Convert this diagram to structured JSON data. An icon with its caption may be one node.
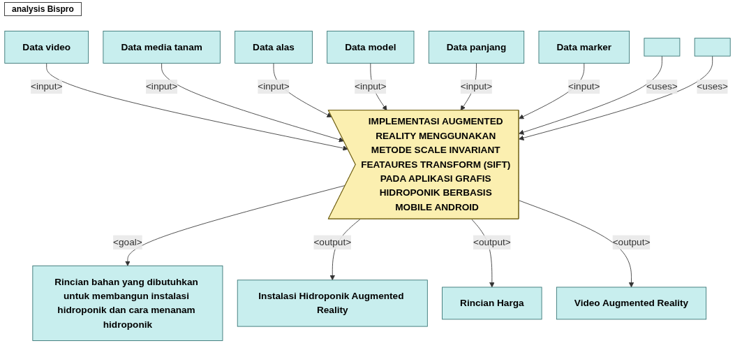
{
  "diagram": {
    "title": "analysis Bispro",
    "nodes": [
      {
        "text": [
          "Data video"
        ]
      },
      {
        "text": [
          "Data media tanam"
        ]
      },
      {
        "text": [
          "Data alas"
        ]
      },
      {
        "text": [
          "Data model"
        ]
      },
      {
        "text": [
          "Data panjang"
        ]
      },
      {
        "text": [
          "Data marker"
        ]
      },
      {
        "text": [],
        "shape": "box"
      },
      {
        "text": [],
        "shape": "box"
      },
      {
        "text": [
          "IMPLEMENTASI AUGMENTED REALITY MENGGUNAKAN METODE SCALE INVARIANT FEATAURES TRANSFORM (SIFT) PADA APLIKASI GRAFIS HIDROPONIK BERBASIS MOBILE ANDROID"
        ]
      },
      {
        "text": [
          "Rincian bahan yang dibutuhkan untuk membangun instalasi hidroponik dan cara menanam hidroponik"
        ]
      },
      {
        "text": [
          "Instalasi Hidroponik Augmented Reality"
        ]
      },
      {
        "text": [
          "Rincian Harga"
        ]
      },
      {
        "text": [
          "Video Augmented Reality"
        ]
      }
    ],
    "edges": [
      {
        "from": 0,
        "to": 8,
        "arrow": "to",
        "label": "<input>"
      },
      {
        "from": 1,
        "to": 8,
        "arrow": "to",
        "label": "<input>"
      },
      {
        "from": 2,
        "to": 8,
        "arrow": "to",
        "label": "<input>"
      },
      {
        "from": 3,
        "to": 8,
        "arrow": "to",
        "label": "<input>"
      },
      {
        "from": 4,
        "to": 8,
        "arrow": "to",
        "label": "<input>"
      },
      {
        "from": 5,
        "to": 8,
        "arrow": "to",
        "label": "<input>"
      },
      {
        "from": 6,
        "to": 8,
        "arrow": "to",
        "label": "<uses>"
      },
      {
        "from": 7,
        "to": 8,
        "arrow": "to",
        "label": "<uses>"
      },
      {
        "from": 8,
        "to": 9,
        "arrow": "to",
        "label": "<goal>"
      },
      {
        "from": 8,
        "to": 10,
        "arrow": "to",
        "label": "<output>"
      },
      {
        "from": 8,
        "to": 11,
        "arrow": "to",
        "label": "<output>"
      },
      {
        "from": 8,
        "to": 12,
        "arrow": "to",
        "label": "<output>"
      }
    ]
  }
}
